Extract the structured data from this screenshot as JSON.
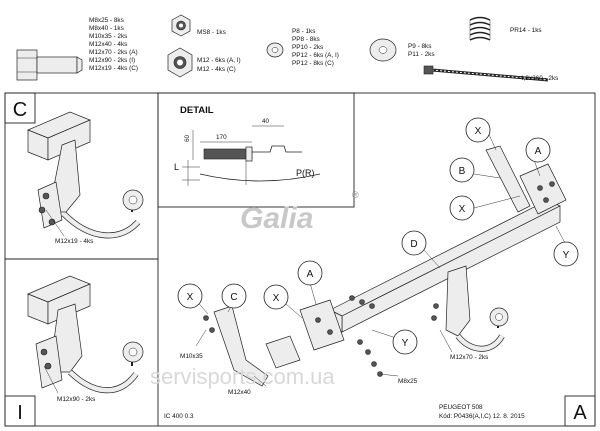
{
  "hardware": {
    "bolt_list": [
      "M8x25 - 8ks",
      "M8x40 - 1ks",
      "M10x35 - 2ks",
      "M12x40 - 4ks",
      "M12x70 - 2ks (A)",
      "M12x90 - 2ks (I)",
      "M12x19 - 4ks (C)"
    ],
    "nut_top": "MS8 - 1ks",
    "nut_bottom_list": [
      "M12 - 6ks (A, I)",
      "M12 - 4ks (C)"
    ],
    "washer_small_list": [
      "P8 - 1ks",
      "PP8 - 8ks",
      "PP10 - 2ks",
      "PP12 - 6ks (A, I)",
      "PP12 - 8ks (C)"
    ],
    "washer_large_list": [
      "P9 - 8ks",
      "P11 - 2ks"
    ],
    "spring": "PR14 - 1ks",
    "cable_tie": "4,8x360 - 2ks"
  },
  "detail": {
    "title": "DETAIL",
    "dim_170": "170",
    "dim_40": "40",
    "dim_60": "60",
    "label_L": "L",
    "label_PR": "P(R)"
  },
  "panel_c": {
    "letter": "C",
    "callout": "M12x19 - 4ks"
  },
  "panel_i": {
    "letter": "I",
    "callout": "M12x90 - 2ks"
  },
  "main": {
    "bubbles": {
      "x": "X",
      "b": "B",
      "a": "A",
      "d": "D",
      "y": "Y",
      "c": "C"
    },
    "callouts": {
      "m10": "M10x35",
      "m12x40": "M12x40",
      "m12x70": "M12x70 - 2ks",
      "m8x25": "M8x25"
    },
    "letter": "A"
  },
  "brand": {
    "logo": "Galia",
    "reg": "®",
    "watermark": "servisports.com.ua"
  },
  "footer": {
    "code": "IC 400 0.3",
    "vehicle": "PEUGEOT 508",
    "kod": "Kód: P0436(A,I,C)  12. 8. 2015"
  }
}
